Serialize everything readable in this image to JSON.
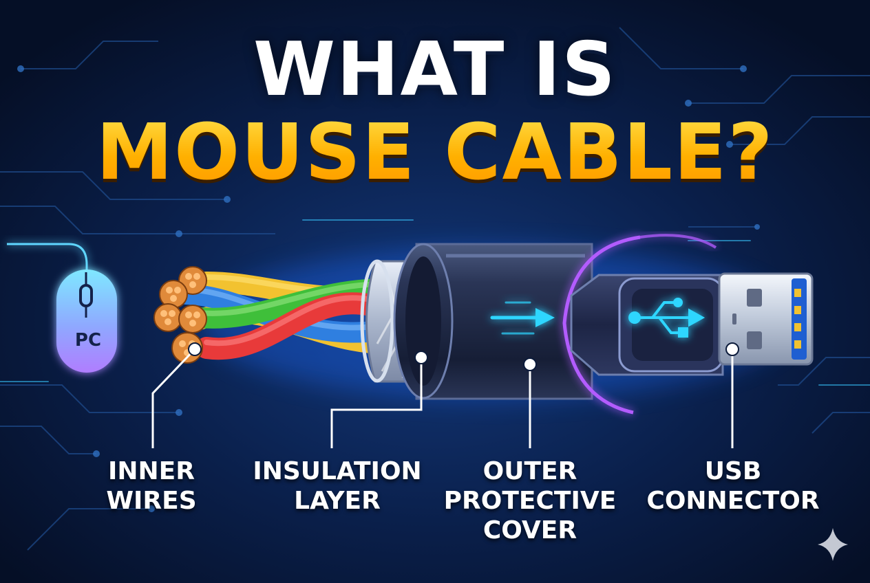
{
  "title": {
    "line1": "WHAT IS",
    "line2": "MOUSE CABLE?"
  },
  "pc_label": "PC",
  "labels": {
    "inner_wires": [
      "INNER",
      "WIRES"
    ],
    "insulation_layer": [
      "INSULATION",
      "LAYER"
    ],
    "outer_protective_cover": [
      "OUTER",
      "PROTECTIVE",
      "COVER"
    ],
    "usb_connector": [
      "USB",
      "CONNECTOR"
    ]
  },
  "colors": {
    "background": "#071634",
    "title_primary": "#ffffff",
    "title_accent": "#ffc21a",
    "glow_cyan": "#2fd6ff",
    "glow_purple": "#b35cff",
    "wire_red": "#e83a3a",
    "wire_green": "#3fbf3a",
    "wire_blue": "#2f7fe0",
    "wire_yellow": "#f2c230",
    "copper": "#e08a3a"
  },
  "icons": [
    "mouse-icon",
    "usb-symbol-icon",
    "arrow-right-icon",
    "sparkle-icon"
  ]
}
